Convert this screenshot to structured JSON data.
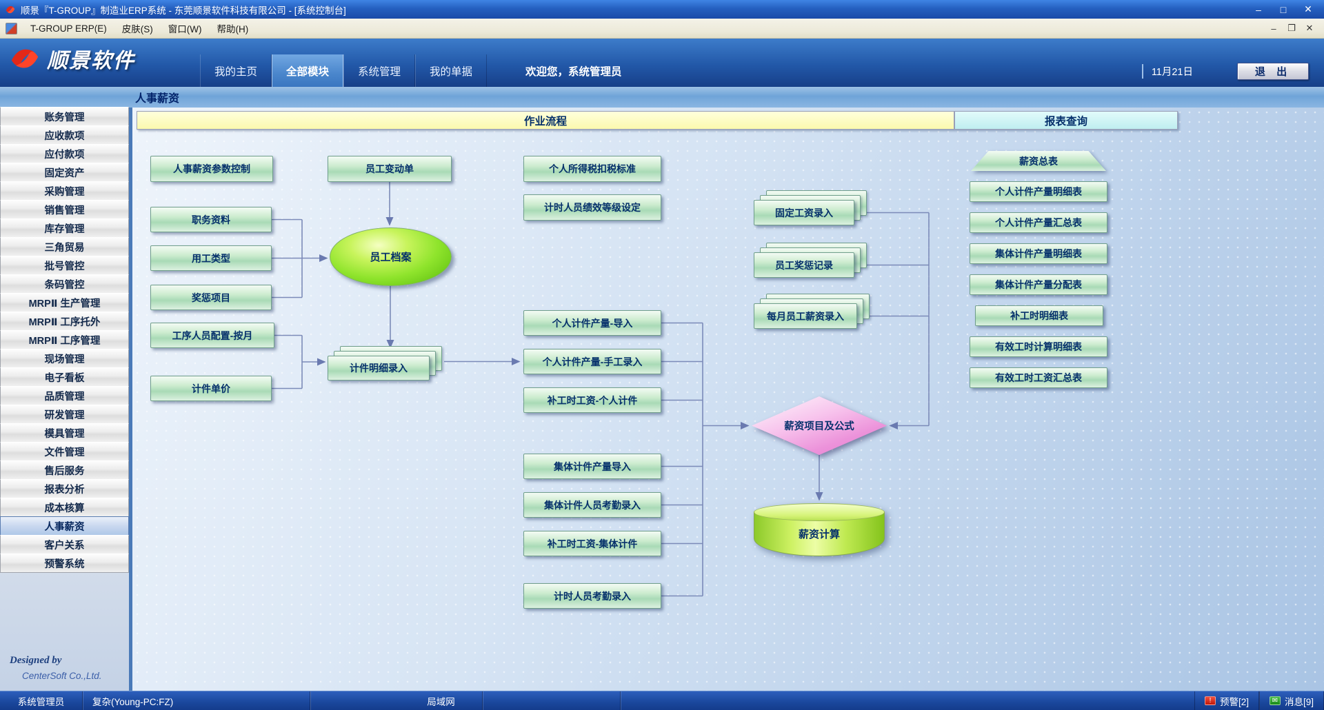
{
  "title_bar": {
    "title": "顺景『T-GROUP』制造业ERP系统 - 东莞顺景软件科技有限公司 - [系统控制台]",
    "minimize": "–",
    "maximize": "□",
    "close": "✕"
  },
  "menu_bar": {
    "items": [
      "T-GROUP ERP(E)",
      "皮肤(S)",
      "窗口(W)",
      "帮助(H)"
    ],
    "minimize": "–",
    "restore": "❐",
    "close": "✕"
  },
  "header": {
    "logo_text": "顺景软件",
    "tabs": [
      "我的主页",
      "全部模块",
      "系统管理",
      "我的单据"
    ],
    "active_tab": "全部模块",
    "welcome": "欢迎您，系统管理员",
    "date": "11月21日",
    "exit_label": "退 出"
  },
  "subheader": {
    "title": "人事薪资"
  },
  "sidebar": {
    "items": [
      "账务管理",
      "应收款项",
      "应付款项",
      "固定资产",
      "采购管理",
      "销售管理",
      "库存管理",
      "三角贸易",
      "批号管控",
      "条码管控",
      "MRPⅡ 生产管理",
      "MRPⅡ 工序托外",
      "MRPⅡ 工序管理",
      "现场管理",
      "电子看板",
      "品质管理",
      "研发管理",
      "模具管理",
      "文件管理",
      "售后服务",
      "报表分析",
      "成本核算",
      "人事薪资",
      "客户关系",
      "预警系统"
    ],
    "selected": "人事薪资",
    "designed_by": "Designed by",
    "company": "CenterSoft Co.,Ltd."
  },
  "main": {
    "sections": {
      "flow": "作业流程",
      "reports": "报表查询"
    },
    "flow": {
      "param_control": "人事薪资参数控制",
      "emp_change": "员工变动单",
      "tax_standard": "个人所得税扣税标准",
      "hourly_grade": "计时人员绩效等级设定",
      "job_info": "职务资料",
      "emp_type": "用工类型",
      "reward_item": "奖惩项目",
      "emp_file": "员工档案",
      "proc_config": "工序人员配置-按月",
      "piece_price": "计件单价",
      "piece_detail": "计件明细录入",
      "personal_import": "个人计件产量-导入",
      "personal_manual": "个人计件产量-手工录入",
      "extra_personal": "补工时工资-个人计件",
      "group_import": "集体计件产量导入",
      "group_attend": "集体计件人员考勤录入",
      "extra_group": "补工时工资-集体计件",
      "hourly_attend": "计时人员考勤录入",
      "fixed_salary": "固定工资录入",
      "emp_reward": "员工奖惩记录",
      "monthly_salary": "每月员工薪资录入",
      "salary_formula": "薪资项目及公式",
      "salary_calc": "薪资计算"
    },
    "reports": [
      "薪资总表",
      "个人计件产量明细表",
      "个人计件产量汇总表",
      "集体计件产量明细表",
      "集体计件产量分配表",
      "补工时明细表",
      "有效工时计算明细表",
      "有效工时工资汇总表"
    ]
  },
  "status_bar": {
    "user": "系统管理员",
    "host": "复杂(Young-PC:FZ)",
    "network": "局域网",
    "alerts": "预警[2]",
    "messages": "消息[9]",
    "alert_glyph": "!",
    "message_glyph": "✉"
  }
}
